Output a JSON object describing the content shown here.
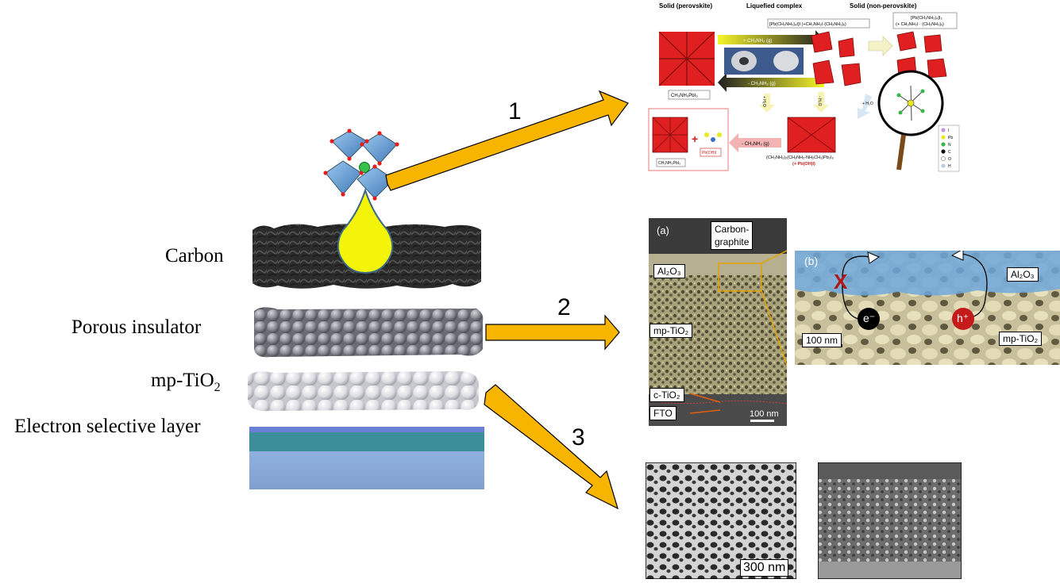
{
  "stack": {
    "labels": {
      "carbon": "Carbon",
      "porous": "Porous insulator",
      "mp_tio2_main": "mp-TiO",
      "mp_tio2_sub": "2",
      "esl": "Electron selective layer"
    }
  },
  "arrows": {
    "n1": "1",
    "n2": "2",
    "n3": "3"
  },
  "figure1": {
    "headers": [
      "Solid (perovskite)",
      "Liquefied complex",
      "Solid (non-perovskite)"
    ],
    "label_perovskite": "CH₃NH₃PbI₃",
    "label_complex": "[Pb(CH₃NH₂)₄I]I (+CH₃NH₂I·(CH₃NH₂)ₓ)",
    "label_nonperov_1": "[Pb(CH₃NH₂)₄]I₂",
    "label_nonperov_2": "(+ CH₃NH₂I · (CH₃NH₂)ₓ)",
    "arrow_top": "+ CH₃NH₂ (g)",
    "arrow_bottom": "- CH₃NH₂ (g)",
    "water_1": "+ H₂O",
    "water_2": "- H₂O",
    "water_3": "+ H₂O",
    "arrow_decomp": "- CH₃NH₂ (g)",
    "label_bottom_left": "CH₃NH₃PbI₃",
    "label_pboh": "Pb(OH)I",
    "label_bottom_mid_1": "(CH₃NH₃)₂(CH₃NH₂-NH₂CH₃)Pb₂I₆",
    "label_bottom_mid_2": "(+ Pb(OH)I)",
    "legend": [
      "I",
      "Pb",
      "N",
      "C",
      "O",
      "H"
    ]
  },
  "figure2a": {
    "panel": "(a)",
    "carbon_1": "Carbon-",
    "carbon_2": "graphite",
    "al2o3": "Al₂O₃",
    "mptio2": "mp-TiO₂",
    "ctio2": "c-TiO₂",
    "fto": "FTO",
    "scale": "100 nm"
  },
  "figure2b": {
    "panel": "(b)",
    "al2o3": "Al₂O₃",
    "mptio2": "mp-TiO₂",
    "scale": "100 nm",
    "electron": "e⁻",
    "hole": "h⁺",
    "blocked": "X"
  },
  "figure3": {
    "scale": "300 nm"
  },
  "colors": {
    "arrow_fill": "#f7b500",
    "arrow_stroke": "#000000",
    "drop": "#f4f40a",
    "al2o3_tint": "#6fa8dc"
  }
}
